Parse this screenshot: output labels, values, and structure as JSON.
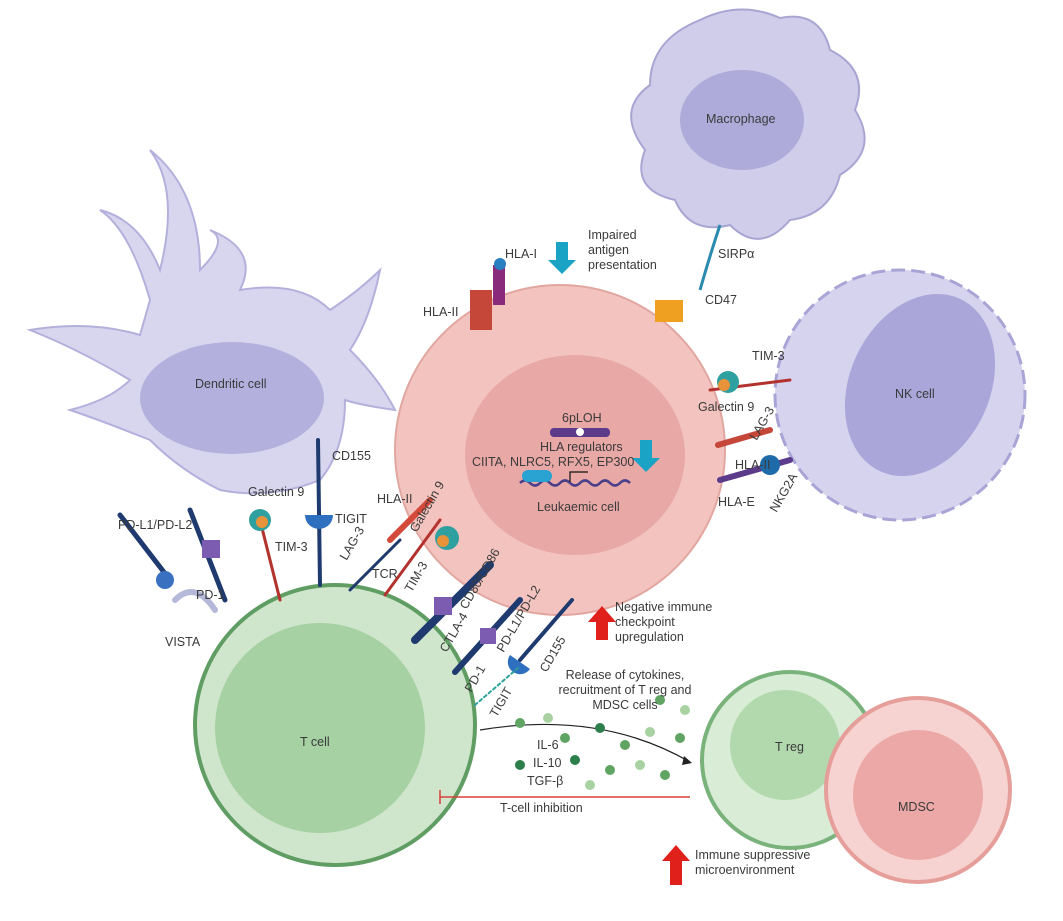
{
  "cells": {
    "macrophage": "Macrophage",
    "dendritic": "Dendritic cell",
    "leukaemic": "Leukaemic cell",
    "nk": "NK cell",
    "tcell": "T cell",
    "treg": "T reg",
    "mdsc": "MDSC"
  },
  "annotations": {
    "impaired": "Impaired antigen presentation",
    "negative_checkpoint": "Negative immune checkpoint upregulation",
    "cytokines_release": "Release of cytokines, recruitment of T reg and MDSC cells",
    "t_inhibition": "T-cell inhibition",
    "immune_suppressive": "Immune suppressive microenvironment"
  },
  "nucleus": {
    "lossofhet": "6pLOH",
    "hla_regulators": "HLA regulators",
    "regulator_list": "CIITA, NLRC5, RFX5, EP300"
  },
  "cytokines": [
    "IL-6",
    "IL-10",
    "TGF-β"
  ],
  "molecules": {
    "hla_i_top": "HLA-I",
    "hla_ii_top": "HLA-II",
    "sirpa": "SIRPα",
    "cd47": "CD47",
    "nk_tim3": "TIM-3",
    "nk_galectin9": "Galectin 9",
    "nk_lag3": "LAG-3",
    "nk_hla_ii": "HLA-II",
    "nk_hla_e": "HLA-E",
    "nk_nkg2a": "NKG2A",
    "dc_cd155": "CD155",
    "dc_tigit": "TIGIT",
    "dc_galectin9": "Galectin 9",
    "dc_tim3": "TIM-3",
    "dc_pdl": "PD-L1/PD-L2",
    "dc_pd1": "PD-1",
    "vista": "VISTA",
    "lag3": "LAG-3",
    "hla_ii": "HLA-II",
    "galectin9": "Galectin 9",
    "tcr": "TCR",
    "tim3": "TIM-3",
    "cd80": "CD80/CD86",
    "ctla4": "CTLA-4",
    "pdl": "PD-L1/PD-L2",
    "pd1": "PD-1",
    "cd155": "CD155",
    "tigit": "TIGIT"
  },
  "colors": {
    "down_arrow": "#1ba3c6",
    "up_arrow": "#e0201b",
    "leukaemic": "#f3c4bf",
    "tcell": "#cfe6cc",
    "dc": "#d8d6ef",
    "mdsc": "#f3c9c6"
  }
}
